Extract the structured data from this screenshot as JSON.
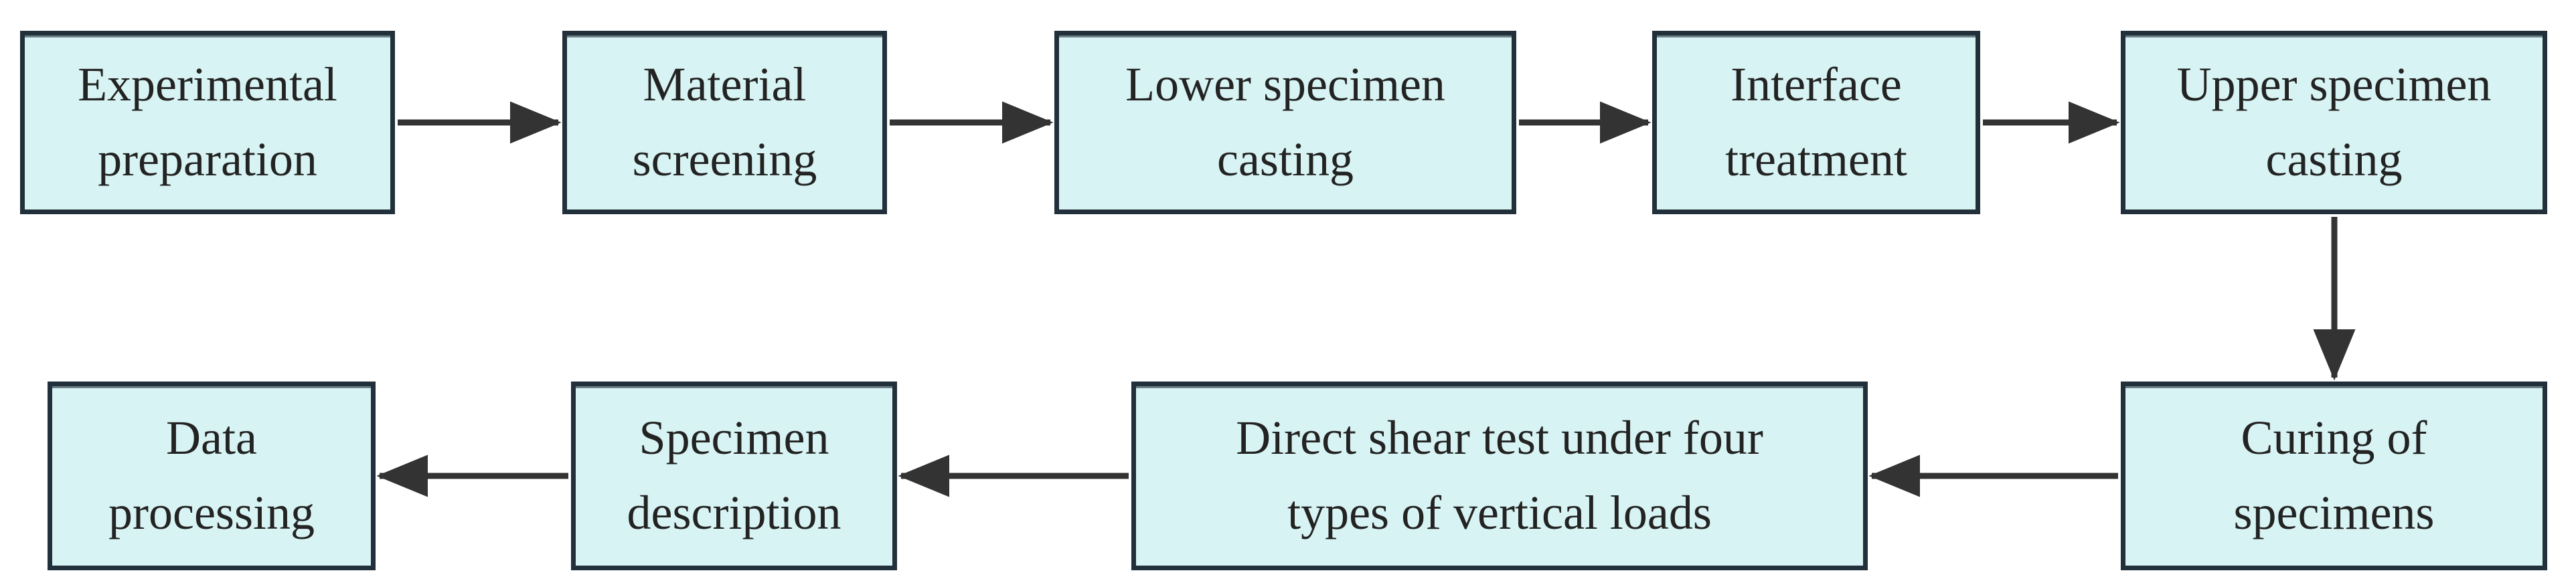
{
  "diagram": {
    "type": "flowchart",
    "colors": {
      "node_fill": "#d8f3f3",
      "node_border": "#21303a",
      "arrow_color": "#333333",
      "text_color": "#232323",
      "page_bg": "#ffffff"
    },
    "nodes": [
      {
        "id": "experimental-preparation",
        "label": "Experimental\npreparation"
      },
      {
        "id": "material-screening",
        "label": "Material\nscreening"
      },
      {
        "id": "lower-specimen-casting",
        "label": "Lower specimen\ncasting"
      },
      {
        "id": "interface-treatment",
        "label": "Interface\ntreatment"
      },
      {
        "id": "upper-specimen-casting",
        "label": "Upper specimen\ncasting"
      },
      {
        "id": "curing-of-specimens",
        "label": "Curing of\nspecimens"
      },
      {
        "id": "direct-shear-test",
        "label": "Direct shear test under four\ntypes of vertical loads"
      },
      {
        "id": "specimen-description",
        "label": "Specimen\ndescription"
      },
      {
        "id": "data-processing",
        "label": "Data\nprocessing"
      }
    ],
    "edges": [
      {
        "from": "experimental-preparation",
        "to": "material-screening",
        "direction": "right"
      },
      {
        "from": "material-screening",
        "to": "lower-specimen-casting",
        "direction": "right"
      },
      {
        "from": "lower-specimen-casting",
        "to": "interface-treatment",
        "direction": "right"
      },
      {
        "from": "interface-treatment",
        "to": "upper-specimen-casting",
        "direction": "right"
      },
      {
        "from": "upper-specimen-casting",
        "to": "curing-of-specimens",
        "direction": "down"
      },
      {
        "from": "curing-of-specimens",
        "to": "direct-shear-test",
        "direction": "left"
      },
      {
        "from": "direct-shear-test",
        "to": "specimen-description",
        "direction": "left"
      },
      {
        "from": "specimen-description",
        "to": "data-processing",
        "direction": "left"
      }
    ]
  }
}
